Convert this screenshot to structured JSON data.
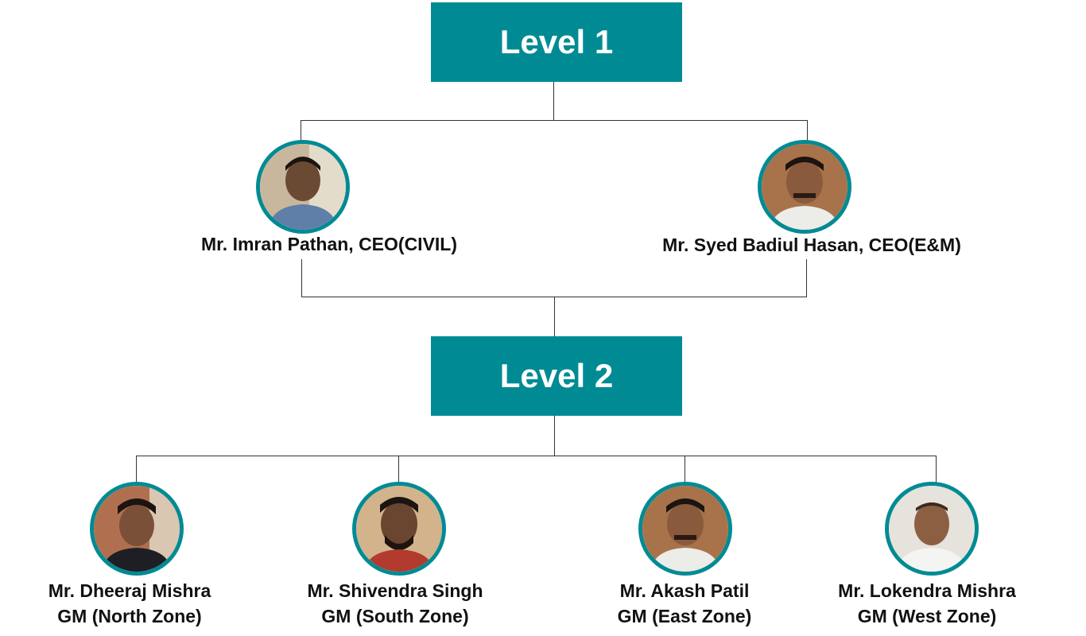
{
  "colors": {
    "accent": "#008b94",
    "text": "#111111",
    "line": "#333333"
  },
  "levels": [
    {
      "label": "Level 1"
    },
    {
      "label": "Level 2"
    }
  ],
  "level1_people": [
    {
      "name": "Mr. Imran Pathan, CEO(CIVIL)",
      "photo_icon": "person-photo-icon"
    },
    {
      "name": "Mr. Syed Badiul Hasan, CEO(E&M)",
      "photo_icon": "person-photo-icon"
    }
  ],
  "level2_people": [
    {
      "name": "Mr. Dheeraj Mishra",
      "role": "GM (North Zone)",
      "photo_icon": "person-photo-icon"
    },
    {
      "name": "Mr. Shivendra Singh",
      "role": "GM (South Zone)",
      "photo_icon": "person-photo-icon"
    },
    {
      "name": "Mr. Akash Patil",
      "role": "GM (East Zone)",
      "photo_icon": "person-photo-icon"
    },
    {
      "name": "Mr. Lokendra Mishra",
      "role": "GM (West Zone)",
      "photo_icon": "person-photo-icon"
    }
  ]
}
